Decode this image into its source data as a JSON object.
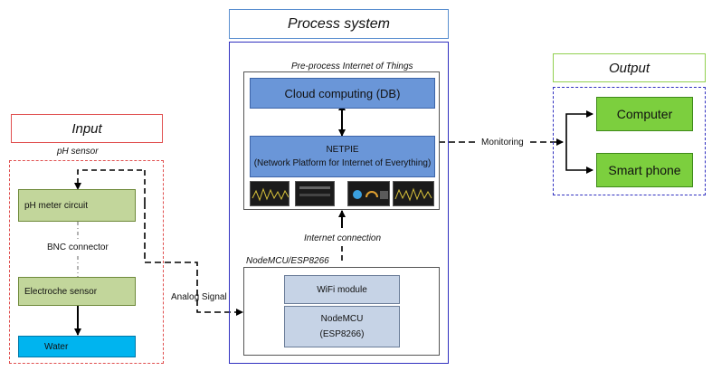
{
  "headers": {
    "input": "Input",
    "process": "Process system",
    "output": "Output"
  },
  "input": {
    "sublabel": "pH sensor",
    "ph_meter": "pH meter circuit",
    "connector": "BNC connector",
    "sensor": "Electroche sensor",
    "water": "Water"
  },
  "process": {
    "iot_label": "Pre-process Internet of Things",
    "cloud": "Cloud computing (DB)",
    "netpie_title": "NETPIE",
    "netpie_sub": "(Network Platform for Internet of Everything)",
    "internet": "Internet connection",
    "node_label": "NodeMCU/ESP8266",
    "wifi": "WiFi module",
    "nodemcu_line1": "NodeMCU",
    "nodemcu_line2": "(ESP8266)"
  },
  "links": {
    "analog": "Analog Signal",
    "monitoring": "Monitoring"
  },
  "output": {
    "computer": "Computer",
    "phone": "Smart phone"
  },
  "colors": {
    "input_border": "#e05050",
    "process_header_border": "#5a8fd0",
    "process_border": "#3030c0",
    "output_header_border": "#92d050",
    "output_border": "#3030c0",
    "green_box": "#c2d69b",
    "blue_box": "#6a96d8",
    "grey_box": "#c6d3e6",
    "bright_green": "#7ccf3e",
    "water": "#00b4ef"
  }
}
